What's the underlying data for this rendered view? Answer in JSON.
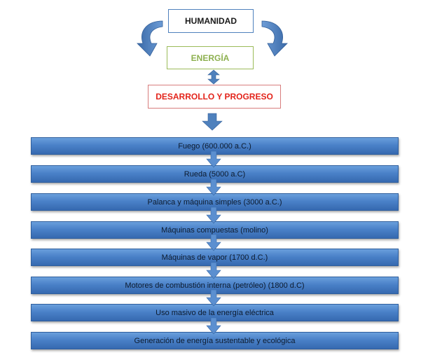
{
  "top_boxes": {
    "humanidad": "HUMANIDAD",
    "energia": "ENERGÍA",
    "desarrollo": "DESARROLLO Y PROGRESO"
  },
  "timeline": [
    "Fuego (600.000 a.C.)",
    "Rueda (5000 a.C)",
    "Palanca y máquina simples (3000 a.C.)",
    "Máquinas compuestas (molino)",
    "Máquinas de vapor (1700 d.C.)",
    "Motores de combustión interna (petróleo) (1800 d.C)",
    "Uso masivo de la energía eléctrica",
    "Generación de energía sustentable y ecológica"
  ],
  "colors": {
    "bar_fill": "#4a81c8",
    "arrow_fill": "#4f81bd",
    "energia_text": "#8db04f",
    "desarrollo_text": "#e3241b"
  }
}
